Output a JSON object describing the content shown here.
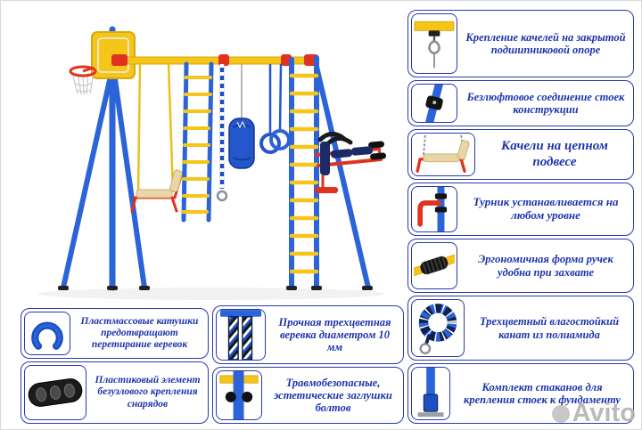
{
  "watermark": "Avito",
  "callouts": {
    "right_column": [
      {
        "id": "swing-bearing",
        "text": "Крепление качелей на закрытой подшипниковой опоре"
      },
      {
        "id": "post-joint",
        "text": "Безлюфтовое соединение стоек конструкции"
      },
      {
        "id": "chain-swing",
        "text": "Качели на цепном подвесе"
      },
      {
        "id": "turnik",
        "text": "Турник устанавливается на любом уровне"
      },
      {
        "id": "handles",
        "text": "Эргономичная форма ручек удобна при захвате"
      },
      {
        "id": "rope-coil",
        "text": "Трехцветный влагостойкий канат из полиамида"
      },
      {
        "id": "foundation-cups",
        "text": "Комплект стаканов для крепления стоек к фундаменту"
      }
    ],
    "bottom_left": [
      {
        "id": "spools",
        "text": "Пластмассовые катушки предотвращают перетирание веревок"
      },
      {
        "id": "rope-strand",
        "text": "Прочная трехцветная веревка диаметром 10 мм"
      },
      {
        "id": "knotless",
        "text": "Пластиковый элемент безузлового крепления снарядов"
      },
      {
        "id": "bolt-caps",
        "text": "Травмобезопасные, эстетические заглушки болтов"
      }
    ]
  },
  "colors": {
    "accent_blue": "#2a3aa8",
    "text_blue": "#1e34ad",
    "frame_blue": "#2b63d9",
    "beam_yellow": "#f5c519",
    "detail_red": "#e0331f"
  }
}
